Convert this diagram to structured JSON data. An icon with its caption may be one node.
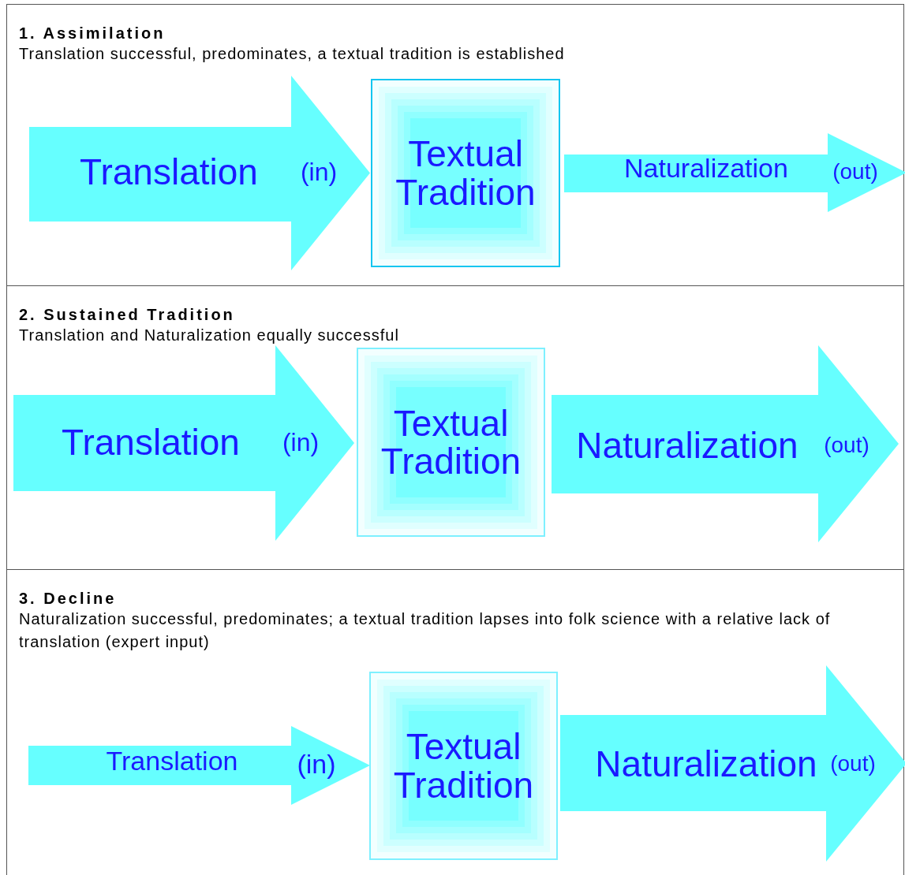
{
  "diagram": {
    "nodes": [
      {
        "text": [
          "1. Assimilation",
          "Translation successful, predominates, a textual tradition is established"
        ]
      },
      {
        "text": [
          "Translation",
          "(in)"
        ],
        "in": 0
      },
      {
        "text": [
          "Textual Tradition"
        ],
        "in": 0
      },
      {
        "text": [
          "Naturalization",
          "(out)"
        ],
        "in": 0
      },
      {
        "text": [
          "2. Sustained Tradition",
          "Translation and Naturalization equally successful"
        ]
      },
      {
        "text": [
          "Translation",
          "(in)"
        ],
        "in": 4
      },
      {
        "text": [
          "Textual Tradition"
        ],
        "in": 4
      },
      {
        "text": [
          "Naturalization",
          "(out)"
        ],
        "in": 4
      },
      {
        "text": [
          "3. Decline",
          "Naturalization successful, predominates; a textual tradition lapses into folk science with a relative lack of translation (expert input)"
        ]
      },
      {
        "text": [
          "Translation",
          "(in)"
        ],
        "in": 8
      },
      {
        "text": [
          "Textual Tradition"
        ],
        "in": 8
      },
      {
        "text": [
          "Naturalization",
          "(out)"
        ],
        "in": 8
      }
    ]
  }
}
